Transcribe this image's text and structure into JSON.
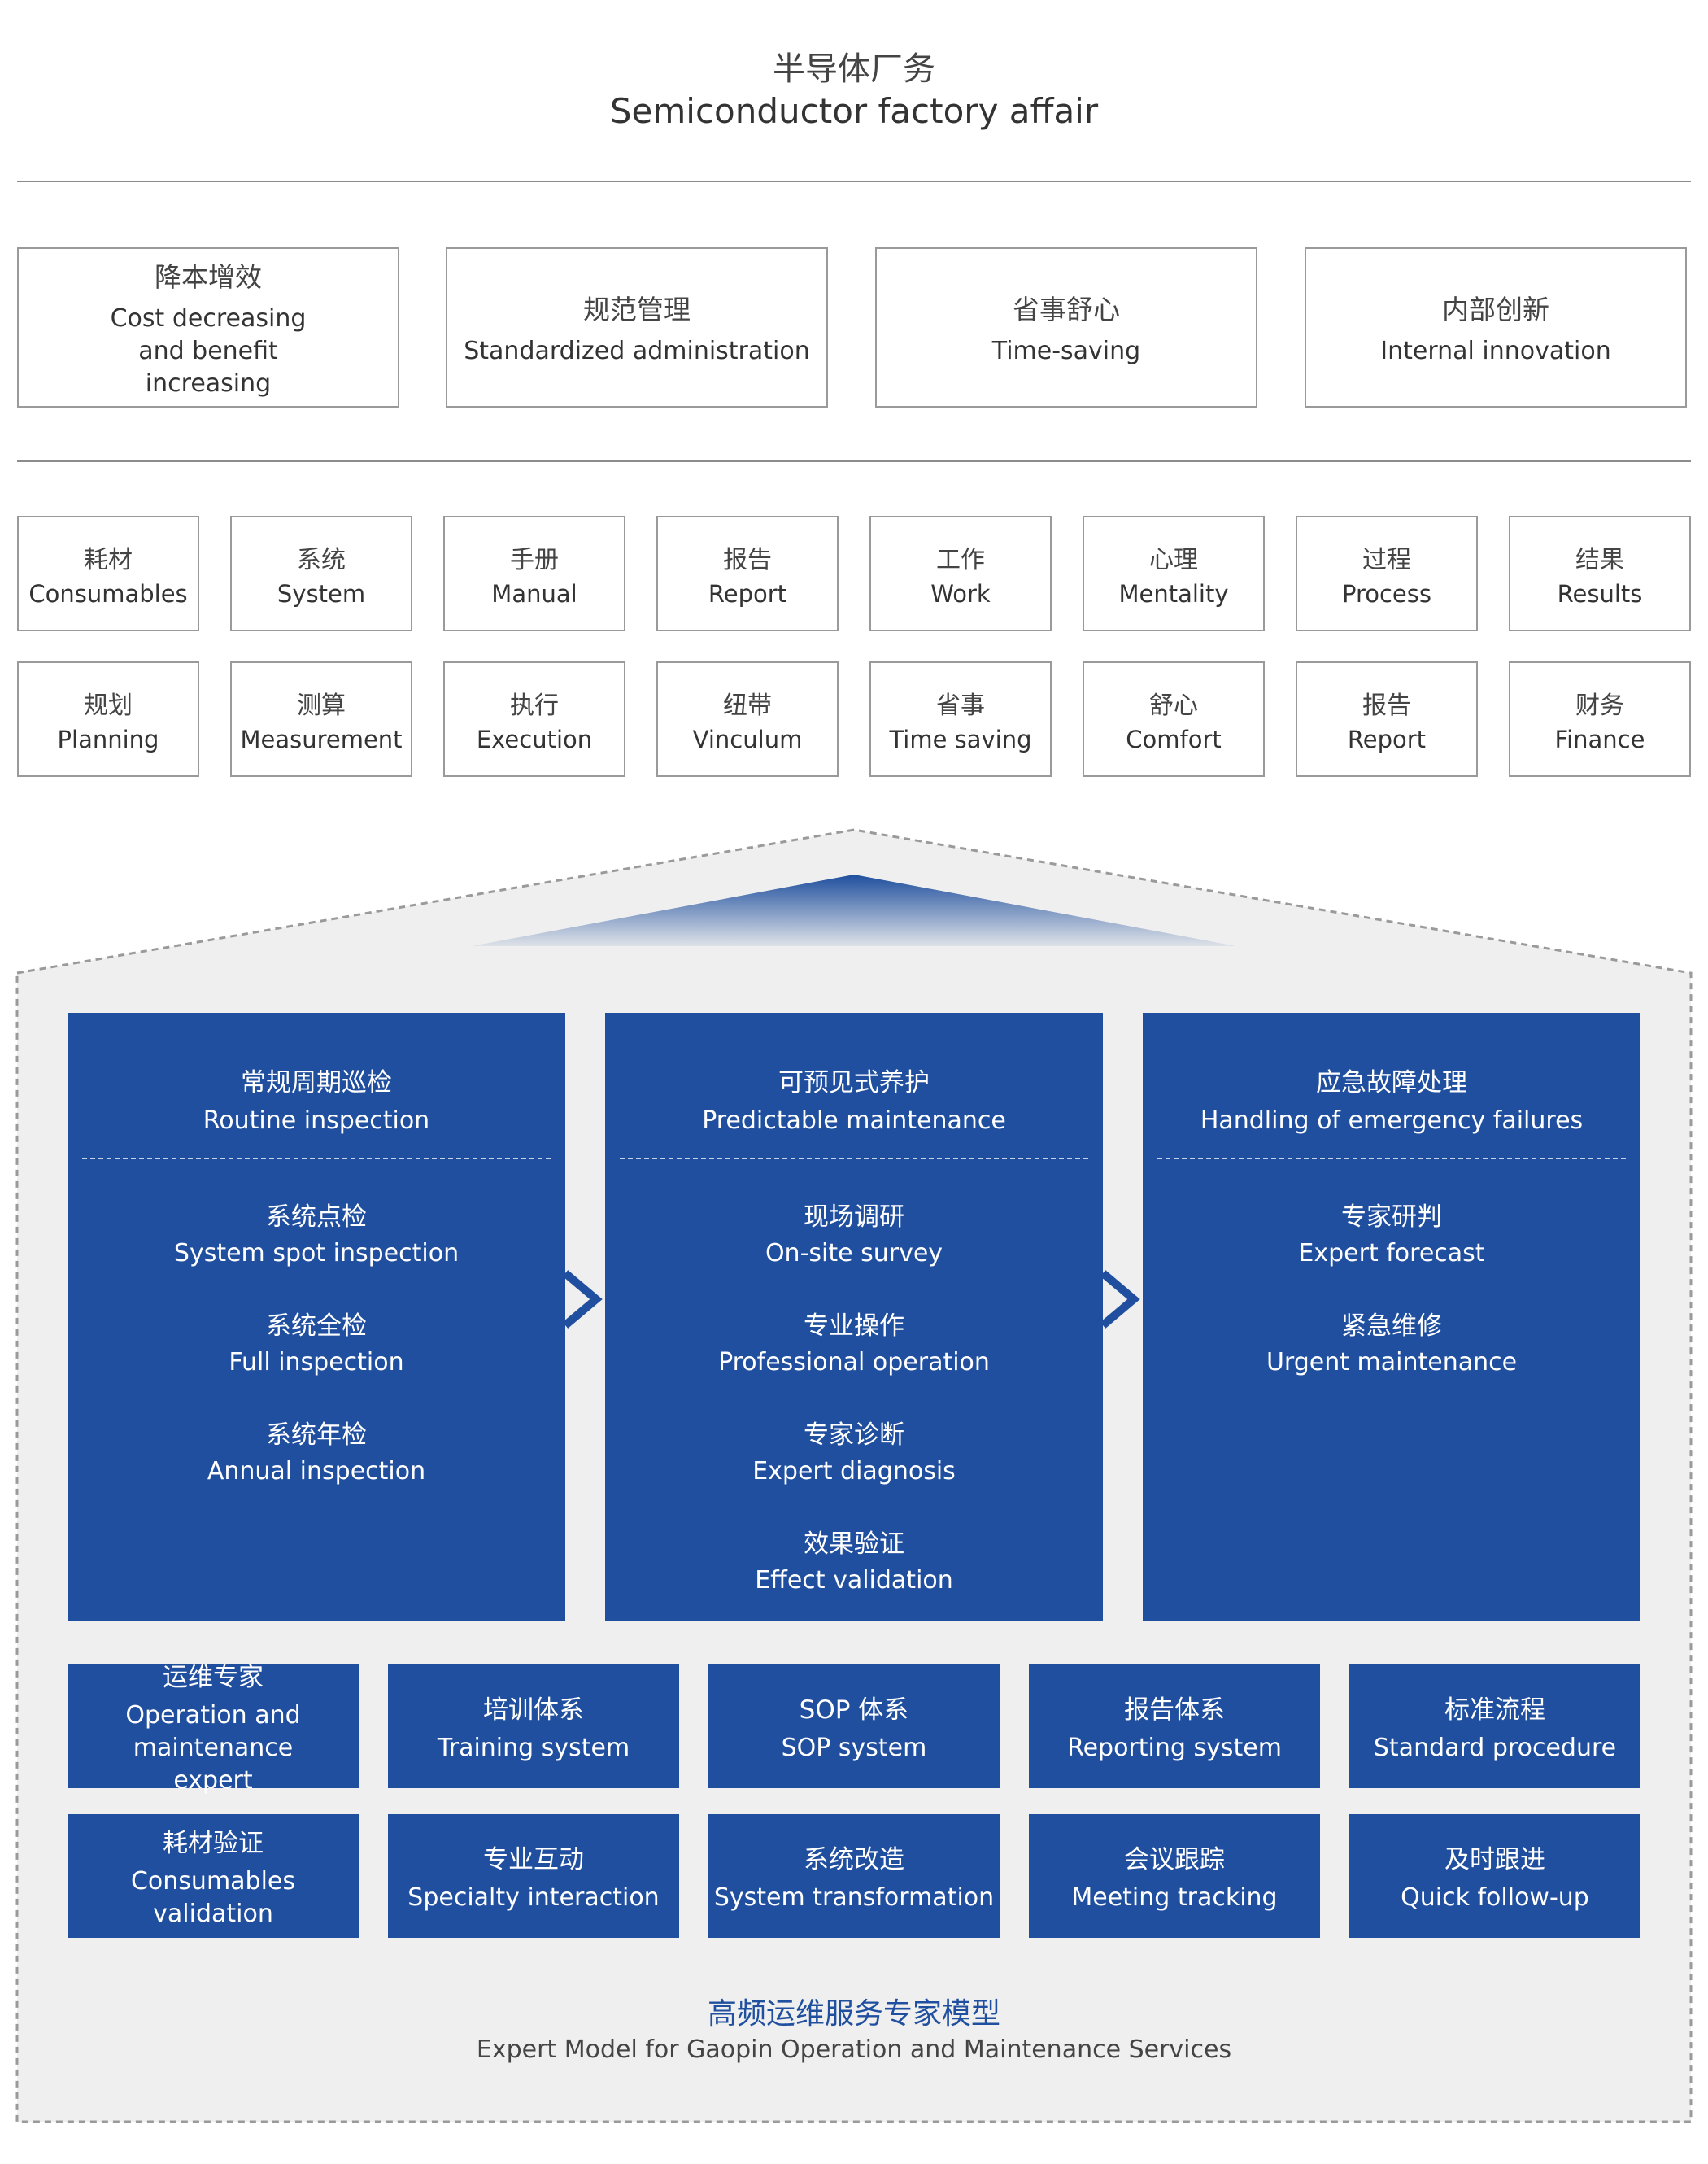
{
  "title": {
    "zh": "半导体厂务",
    "en": "Semiconductor factory affair"
  },
  "benefits": [
    {
      "zh": "降本增效",
      "en": "Cost decreasing and benefit increasing"
    },
    {
      "zh": "规范管理",
      "en": "Standardized administration"
    },
    {
      "zh": "省事舒心",
      "en": "Time-saving"
    },
    {
      "zh": "内部创新",
      "en": "Internal innovation"
    }
  ],
  "features_row1": [
    {
      "zh": "耗材",
      "en": "Consumables"
    },
    {
      "zh": "系统",
      "en": "System"
    },
    {
      "zh": "手册",
      "en": "Manual"
    },
    {
      "zh": "报告",
      "en": "Report"
    },
    {
      "zh": "工作",
      "en": "Work"
    },
    {
      "zh": "心理",
      "en": "Mentality"
    },
    {
      "zh": "过程",
      "en": "Process"
    },
    {
      "zh": "结果",
      "en": "Results"
    }
  ],
  "features_row2": [
    {
      "zh": "规划",
      "en": "Planning"
    },
    {
      "zh": "测算",
      "en": "Measurement"
    },
    {
      "zh": "执行",
      "en": "Execution"
    },
    {
      "zh": "纽带",
      "en": "Vinculum"
    },
    {
      "zh": "省事",
      "en": "Time saving"
    },
    {
      "zh": "舒心",
      "en": "Comfort"
    },
    {
      "zh": "报告",
      "en": "Report"
    },
    {
      "zh": "财务",
      "en": "Finance"
    }
  ],
  "columns": [
    {
      "head": {
        "zh": "常规周期巡检",
        "en": "Routine inspection"
      },
      "items": [
        {
          "zh": "系统点检",
          "en": "System spot inspection"
        },
        {
          "zh": "系统全检",
          "en": "Full inspection"
        },
        {
          "zh": "系统年检",
          "en": "Annual inspection"
        }
      ]
    },
    {
      "head": {
        "zh": "可预见式养护",
        "en": "Predictable maintenance"
      },
      "items": [
        {
          "zh": "现场调研",
          "en": "On-site survey"
        },
        {
          "zh": "专业操作",
          "en": "Professional operation"
        },
        {
          "zh": "专家诊断",
          "en": "Expert diagnosis"
        },
        {
          "zh": "效果验证",
          "en": "Effect validation"
        }
      ]
    },
    {
      "head": {
        "zh": "应急故障处理",
        "en": "Handling of emergency failures"
      },
      "items": [
        {
          "zh": "专家研判",
          "en": "Expert forecast"
        },
        {
          "zh": "紧急维修",
          "en": "Urgent maintenance"
        }
      ]
    }
  ],
  "support_row1": [
    {
      "zh": "运维专家",
      "en": "Operation and maintenance expert"
    },
    {
      "zh": "培训体系",
      "en": "Training system"
    },
    {
      "zh": "SOP 体系",
      "en": "SOP system"
    },
    {
      "zh": "报告体系",
      "en": "Reporting system"
    },
    {
      "zh": "标准流程",
      "en": "Standard procedure"
    }
  ],
  "support_row2": [
    {
      "zh": "耗材验证",
      "en": "Consumables validation"
    },
    {
      "zh": "专业互动",
      "en": "Specialty interaction"
    },
    {
      "zh": "系统改造",
      "en": "System transformation"
    },
    {
      "zh": "会议跟踪",
      "en": "Meeting tracking"
    },
    {
      "zh": "及时跟进",
      "en": "Quick follow-up"
    }
  ],
  "footer": {
    "zh": "高频运维服务专家模型",
    "en": "Expert Model for Gaopin Operation and Maintenance Services"
  },
  "colors": {
    "blue": "#1f4f9e",
    "house_bg": "#efefef",
    "border": "#9a9a9a"
  }
}
